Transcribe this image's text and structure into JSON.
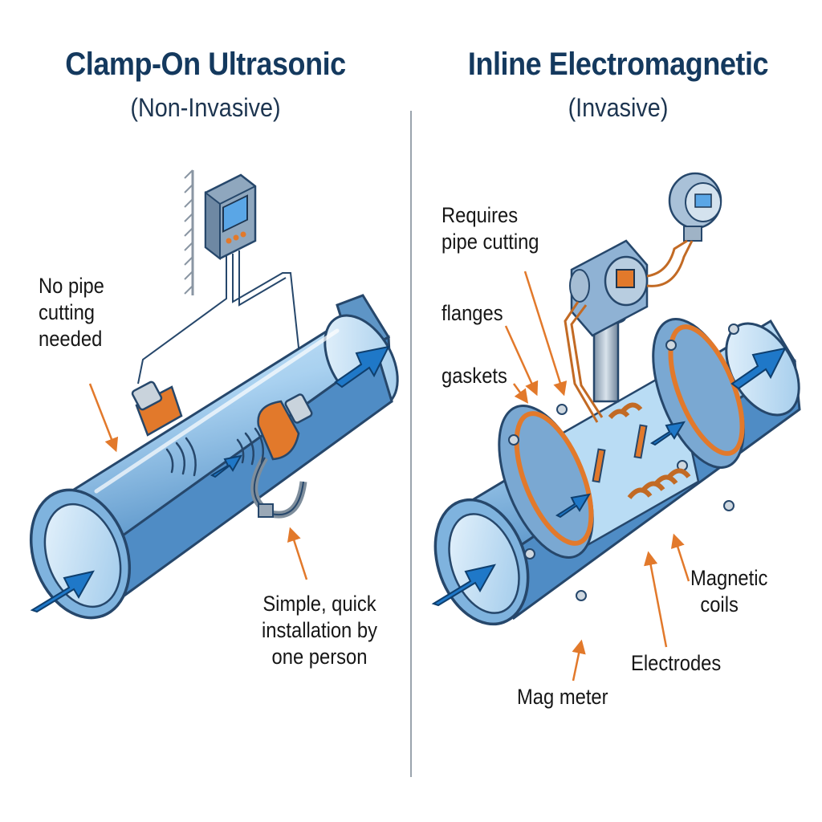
{
  "colors": {
    "pipe_light": "#cfe6f7",
    "pipe_mid": "#8fc2e8",
    "pipe_dark": "#3f7fb8",
    "outline": "#26476b",
    "flow_arrow": "#1f78c8",
    "orange": "#e2792b",
    "copper": "#c26a24",
    "title": "#14395e"
  },
  "icons": [
    "flow-arrow-icon",
    "ultrasonic-wave-icon",
    "transmitter-icon",
    "clamp-icon",
    "coil-icon"
  ],
  "left_panel": {
    "title": "Clamp-On Ultrasonic",
    "subtitle": "(Non-Invasive)",
    "labels": {
      "no_cutting": [
        "No pipe",
        "cutting",
        "needed"
      ],
      "install": [
        "Simple, quick",
        "installation by",
        "one person"
      ]
    }
  },
  "right_panel": {
    "title": "Inline Electromagnetic",
    "subtitle": "(Invasive)",
    "labels": {
      "requires_cutting": [
        "Requires",
        "pipe cutting"
      ],
      "flanges": "flanges",
      "gaskets": "gaskets",
      "magnetic_coils": [
        "Magnetic",
        "coils"
      ],
      "electrodes": "Electrodes",
      "mag_meter": "Mag meter"
    }
  }
}
